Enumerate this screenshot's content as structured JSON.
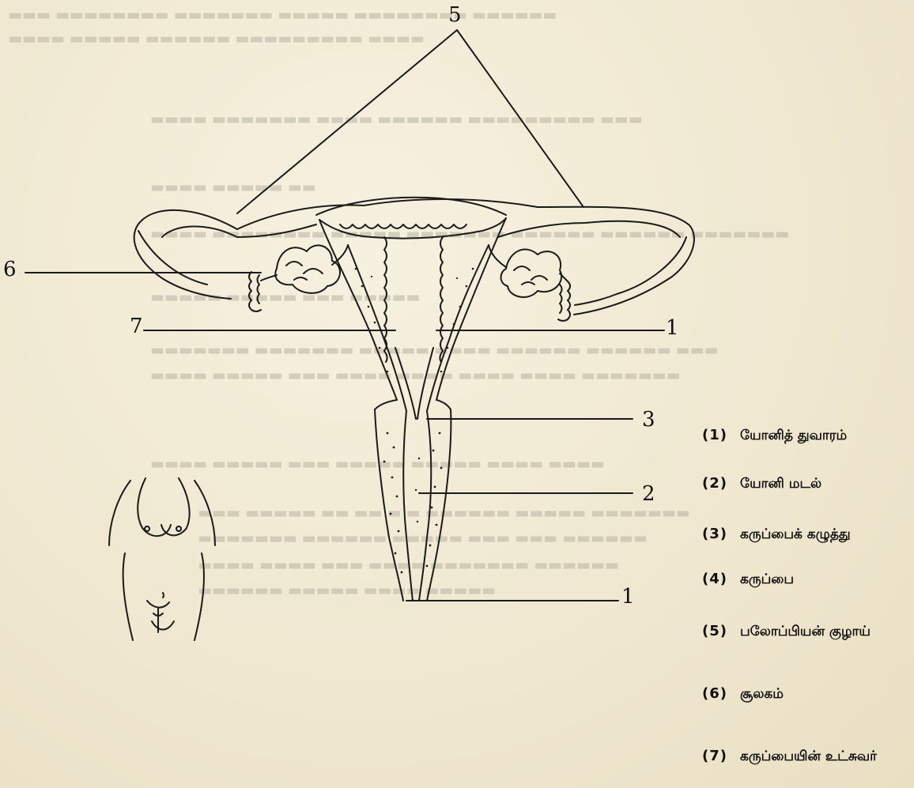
{
  "labels": {
    "l1a": "1",
    "l1b": "1",
    "l2": "2",
    "l3": "3",
    "l5": "5",
    "l6": "6",
    "l7": "7"
  },
  "legend": [
    {
      "num": "(1)",
      "text": "யோனித் துவாரம்"
    },
    {
      "num": "(2)",
      "text": "யோனி மடல்"
    },
    {
      "num": "(3)",
      "text": "கருப்பைக் கழுத்து"
    },
    {
      "num": "(4)",
      "text": "கருப்பை"
    },
    {
      "num": "(5)",
      "text": "பலோப்பியன் குழாய்"
    },
    {
      "num": "(6)",
      "text": "சூலகம்"
    },
    {
      "num": "(7)",
      "text": "கருப்பையின் உட்சுவர்"
    }
  ],
  "colors": {
    "ink": "#1a1a1a",
    "paper": "#f2ecd8"
  }
}
